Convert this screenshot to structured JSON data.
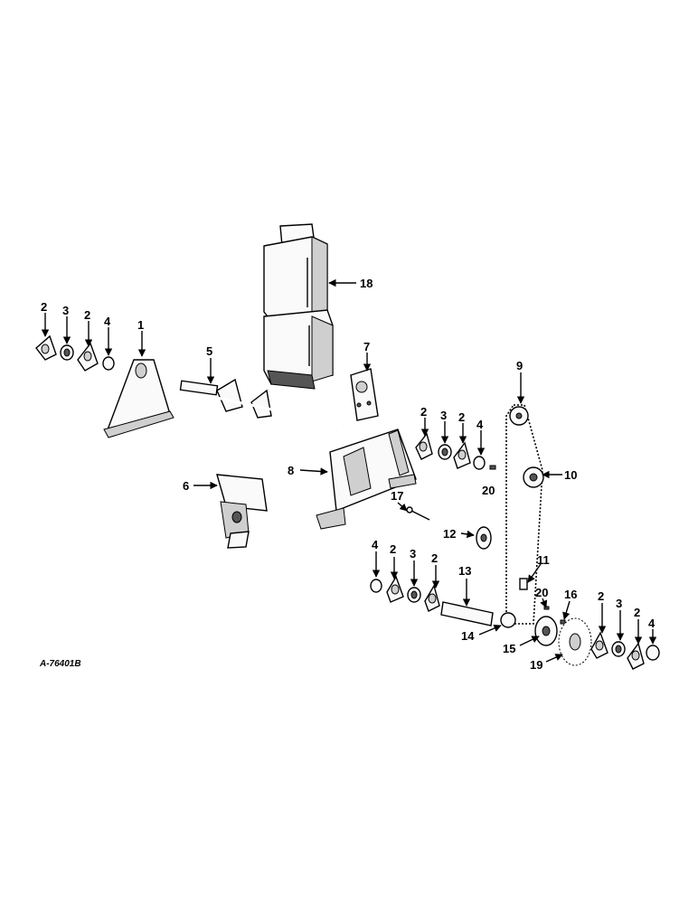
{
  "reference_id": "A-76401B",
  "labels": [
    "1",
    "2",
    "3",
    "4",
    "5",
    "6",
    "7",
    "8",
    "9",
    "10",
    "11",
    "12",
    "13",
    "14",
    "15",
    "16",
    "17",
    "18",
    "19",
    "20"
  ]
}
